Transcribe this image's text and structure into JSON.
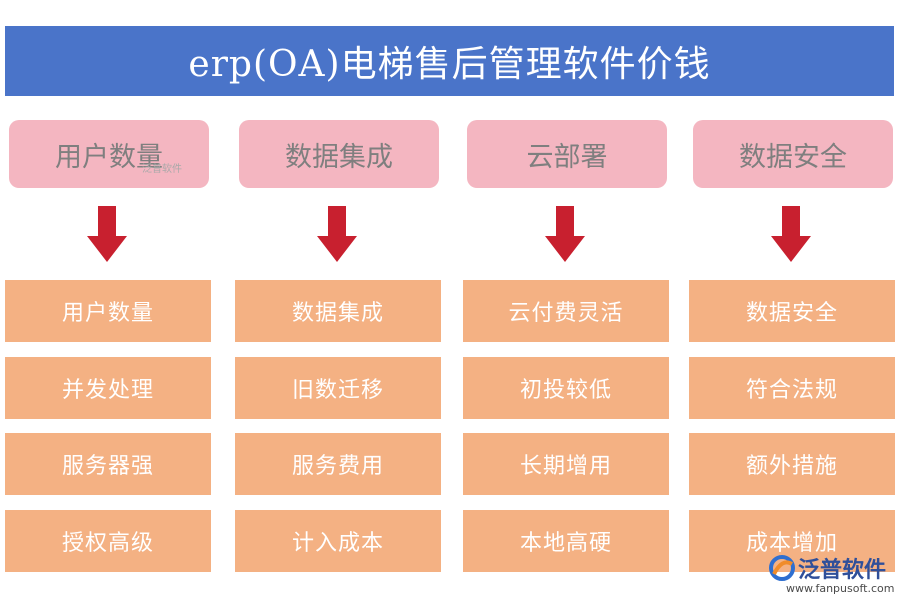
{
  "title": "erp(OA)电梯售后管理软件价钱",
  "colors": {
    "title_bg": "#4a74c9",
    "head_bg": "#f4b6c1",
    "head_text": "#7f7f7f",
    "arrow": "#c8202f",
    "item_bg": "#f4b183",
    "item_text": "#ffffff"
  },
  "columns": [
    {
      "header": "用户数量",
      "items": [
        "用户数量",
        "并发处理",
        "服务器强",
        "授权高级"
      ]
    },
    {
      "header": "数据集成",
      "items": [
        "数据集成",
        "旧数迁移",
        "服务费用",
        "计入成本"
      ]
    },
    {
      "header": "云部署",
      "items": [
        "云付费灵活",
        "初投较低",
        "长期增用",
        "本地高硬"
      ]
    },
    {
      "header": "数据安全",
      "items": [
        "数据安全",
        "符合法规",
        "额外措施",
        "成本增加"
      ]
    }
  ],
  "watermark": {
    "small_text": "泛普软件",
    "brand": "泛普软件",
    "url": "www.fanpusoft.com"
  },
  "icons": {
    "arrow": "down-arrow-icon",
    "logo": "fanpu-logo-icon"
  }
}
